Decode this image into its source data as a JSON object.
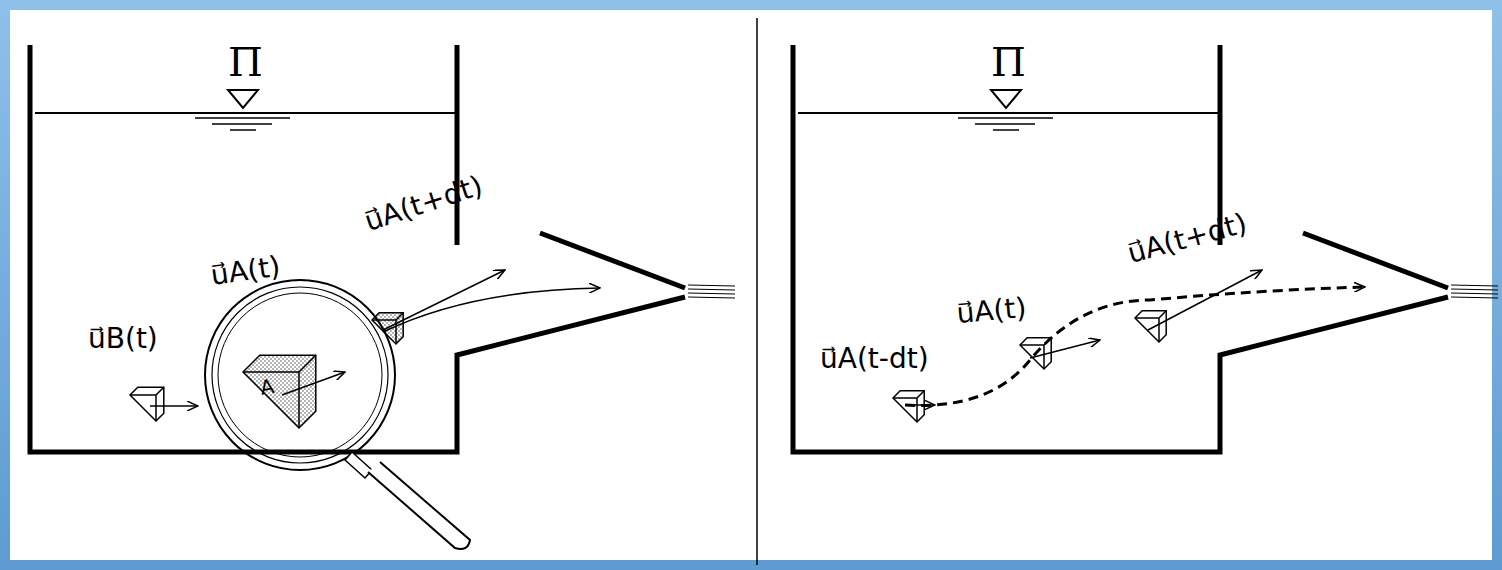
{
  "diagram": {
    "labels": [
      "Π",
      "u⃗B(t)",
      "u⃗A(t)",
      "u⃗A(t+dt)",
      "A",
      "Π",
      "u⃗A(t-dt)",
      "u⃗A(t)",
      "u⃗A(t+dt)"
    ]
  }
}
